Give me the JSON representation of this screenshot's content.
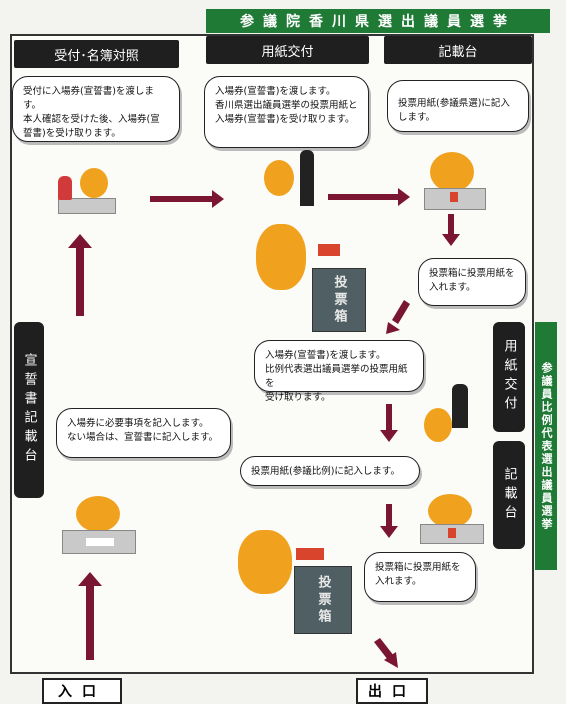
{
  "banner": {
    "title": "参議院香川県選出議員選挙"
  },
  "headers": {
    "reception": "受付･名簿対照",
    "paper_issue": "用紙交付",
    "writing_desk": "記載台"
  },
  "side_labels": {
    "oath_desk": "宣誓書記載台",
    "paper_issue_right": "用紙交付",
    "writing_desk_right": "記載台",
    "pr_election": "参議員比例代表選出議員選挙"
  },
  "bubbles": {
    "reception": "受付に入場券(宣誓書)を渡します。\n本人確認を受けた後、入場券(宣\n誓書)を受け取ります。",
    "paper_issue": "入場券(宣誓書)を渡します。\n香川県選出議員選挙の投票用紙と\n入場券(宣誓書)を受け取ります。",
    "writing_desk": "投票用紙(参議県選)に記入します。",
    "ballot_box_1": "投票箱に投票用紙を\n入れます。",
    "pr_paper_issue": "入場券(宣誓書)を渡します。\n比例代表選出議員選挙の投票用紙を\n受け取ります。",
    "oath_desk": "入場券に必要事項を記入します。\nない場合は、宣誓書に記入します。",
    "pr_writing": "投票用紙(参議比例)に記入します。",
    "ballot_box_2": "投票箱に投票用紙を\n入れます。"
  },
  "ballot_box_label": "投票箱",
  "exits": {
    "entrance": "入口",
    "exit": "出口"
  },
  "colors": {
    "banner_green": "#1e7a35",
    "arrow": "#7a1632",
    "header_black": "#1f1f1f",
    "ballot_box": "#4f5f63",
    "mascot_orange": "#f0a21e"
  }
}
